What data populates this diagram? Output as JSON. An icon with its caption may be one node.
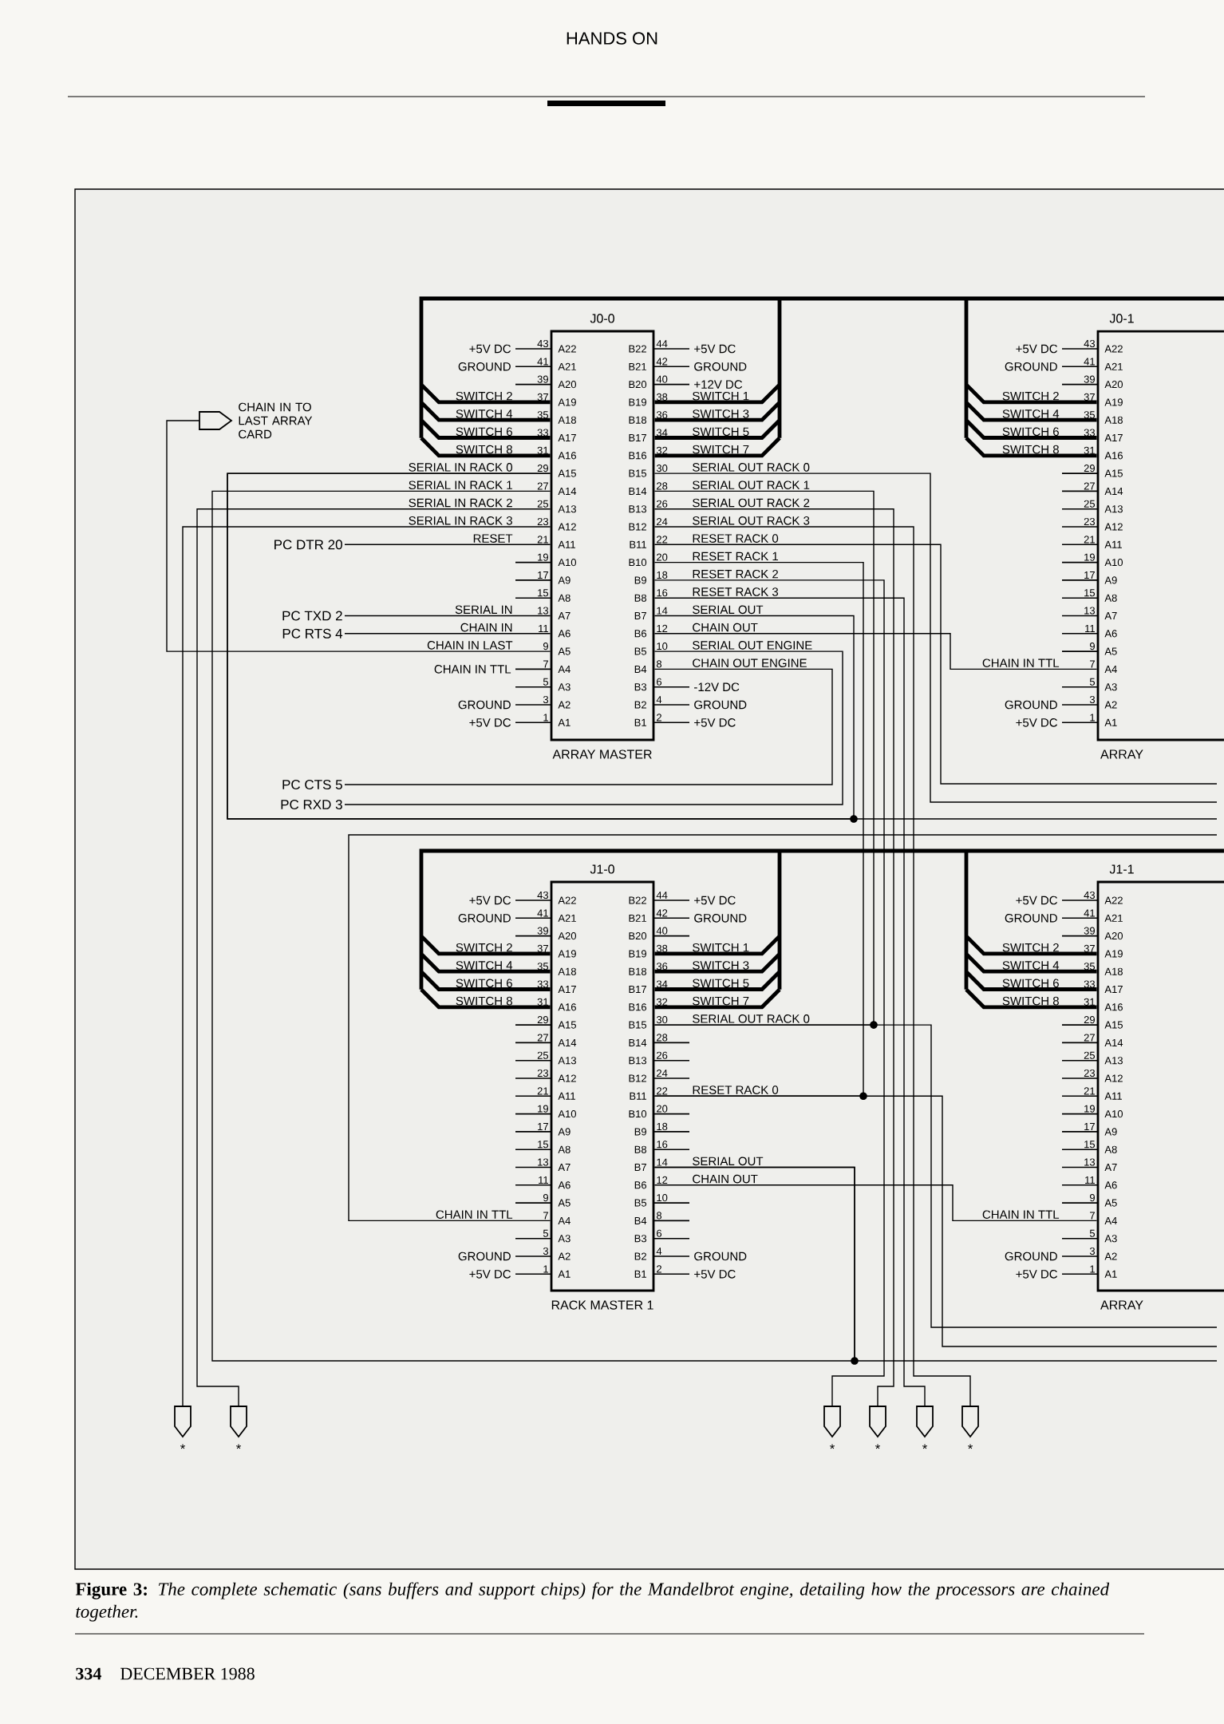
{
  "diagram": {
    "caption": "**Figure 3:** *The complete schematic (sans buffers and support chips) for the Mandelbrot engine, detailing how the processors are chained together.*",
    "nodes": [
      {
        "text": [
          "J0-0",
          "A22",
          "B22",
          "A21",
          "B21",
          "A20",
          "B20",
          "A19",
          "B19",
          "A18",
          "B18",
          "A17",
          "B17",
          "A16",
          "B16",
          "A15",
          "B15",
          "A14",
          "B14",
          "A13",
          "B13",
          "A12",
          "B12",
          "A11",
          "B11",
          "A10",
          "B10",
          "A9",
          "B9",
          "A8",
          "B8",
          "A7",
          "B7",
          "A6",
          "B6",
          "A5",
          "B5",
          "A4",
          "B4",
          "A3",
          "B3",
          "A2",
          "B2",
          "A1",
          "B1",
          "ARRAY MASTER"
        ],
        "beside": [
          "+5V DC",
          "43",
          "44",
          "+5V DC",
          "GROUND",
          "41",
          "42",
          "GROUND",
          "39",
          "40",
          "+12V DC",
          "SWITCH 2",
          "37",
          "38",
          "SWITCH 1",
          "SWITCH 4",
          "35",
          "36",
          "SWITCH 3",
          "SWITCH 6",
          "33",
          "34",
          "SWITCH 5",
          "SWITCH 8",
          "31",
          "32",
          "SWITCH 7",
          "SERIAL IN RACK 0",
          "29",
          "30",
          "SERIAL OUT RACK 0",
          "SERIAL IN RACK 1",
          "27",
          "28",
          "SERIAL OUT RACK 1",
          "SERIAL IN RACK 2",
          "25",
          "26",
          "SERIAL OUT RACK 2",
          "SERIAL IN RACK 3",
          "23",
          "24",
          "SERIAL OUT RACK 3",
          "RESET",
          "21",
          "22",
          "RESET RACK 0",
          "19",
          "20",
          "RESET RACK 1",
          "17",
          "18",
          "RESET RACK 2",
          "15",
          "16",
          "RESET RACK 3",
          "SERIAL IN",
          "13",
          "14",
          "SERIAL OUT",
          "CHAIN IN",
          "11",
          "12",
          "CHAIN OUT",
          "CHAIN IN LAST",
          "9",
          "10",
          "SERIAL OUT ENGINE",
          "CHAIN IN TTL",
          "7",
          "8",
          "CHAIN OUT ENGINE",
          "5",
          "6",
          "-12V DC",
          "GROUND",
          "3",
          "4",
          "GROUND",
          "+5V DC",
          "1",
          "2",
          "+5V DC"
        ]
      },
      {
        "text": [
          "J0-1",
          "A22",
          "A21",
          "A20",
          "A19",
          "A18",
          "A17",
          "A16",
          "A15",
          "A14",
          "A13",
          "A12",
          "A11",
          "A10",
          "A9",
          "A8",
          "A7",
          "A6",
          "A5",
          "A4",
          "A3",
          "A2",
          "A1",
          "ARRAY"
        ],
        "beside": [
          "+5V DC",
          "43",
          "GROUND",
          "41",
          "39",
          "SWITCH 2",
          "37",
          "SWITCH 4",
          "35",
          "SWITCH 6",
          "33",
          "SWITCH 8",
          "31",
          "29",
          "27",
          "25",
          "23",
          "21",
          "19",
          "17",
          "15",
          "13",
          "11",
          "9",
          "CHAIN IN TTL",
          "7",
          "5",
          "GROUND",
          "3",
          "+5V DC",
          "1"
        ]
      },
      {
        "text": [
          "J1-0",
          "A22",
          "B22",
          "A21",
          "B21",
          "A20",
          "B20",
          "A19",
          "B19",
          "A18",
          "B18",
          "A17",
          "B17",
          "A16",
          "B16",
          "A15",
          "B15",
          "A14",
          "B14",
          "A13",
          "B13",
          "A12",
          "B12",
          "A11",
          "B11",
          "A10",
          "B10",
          "A9",
          "B9",
          "A8",
          "B8",
          "A7",
          "B7",
          "A6",
          "B6",
          "A5",
          "B5",
          "A4",
          "B4",
          "A3",
          "B3",
          "A2",
          "B2",
          "A1",
          "B1",
          "RACK MASTER 1"
        ],
        "beside": [
          "+5V DC",
          "43",
          "44",
          "+5V DC",
          "GROUND",
          "41",
          "42",
          "GROUND",
          "39",
          "40",
          "SWITCH 2",
          "37",
          "38",
          "SWITCH 1",
          "SWITCH 4",
          "35",
          "36",
          "SWITCH 3",
          "SWITCH 6",
          "33",
          "34",
          "SWITCH 5",
          "SWITCH 8",
          "31",
          "32",
          "SWITCH 7",
          "29",
          "30",
          "SERIAL OUT RACK 0",
          "27",
          "28",
          "25",
          "26",
          "23",
          "24",
          "21",
          "22",
          "RESET RACK 0",
          "19",
          "20",
          "17",
          "18",
          "15",
          "16",
          "13",
          "14",
          "SERIAL OUT",
          "11",
          "12",
          "CHAIN OUT",
          "9",
          "10",
          "CHAIN IN TTL",
          "7",
          "8",
          "5",
          "6",
          "GROUND",
          "3",
          "4",
          "GROUND",
          "+5V DC",
          "1",
          "2",
          "+5V DC"
        ]
      },
      {
        "text": [
          "J1-1",
          "A22",
          "A21",
          "A20",
          "A19",
          "A18",
          "A17",
          "A16",
          "A15",
          "A14",
          "A13",
          "A12",
          "A11",
          "A10",
          "A9",
          "A8",
          "A7",
          "A6",
          "A5",
          "A4",
          "A3",
          "A2",
          "A1",
          "ARRAY"
        ],
        "beside": [
          "+5V DC",
          "43",
          "GROUND",
          "41",
          "39",
          "SWITCH 2",
          "37",
          "SWITCH 4",
          "35",
          "SWITCH 6",
          "33",
          "SWITCH 8",
          "31",
          "29",
          "27",
          "25",
          "23",
          "21",
          "19",
          "17",
          "15",
          "13",
          "11",
          "9",
          "CHAIN IN TTL",
          "7",
          "5",
          "GROUND",
          "3",
          "+5V DC",
          "1"
        ]
      },
      {
        "text": [],
        "shape": "pentagon",
        "beside": [
          "CHAIN IN TO LAST ARRAY CARD"
        ]
      },
      {
        "text": [
          "PC DTR 20"
        ]
      },
      {
        "text": [
          "PC TXD 2"
        ]
      },
      {
        "text": [
          "PC RTS 4"
        ]
      },
      {
        "text": [
          "PC CTS 5"
        ]
      },
      {
        "text": [
          "PC RXD 3"
        ]
      },
      {
        "text": [],
        "shape": "pentagon",
        "beside": [
          "*"
        ]
      },
      {
        "text": [],
        "shape": "pentagon",
        "beside": [
          "*"
        ]
      },
      {
        "text": [],
        "shape": "pentagon",
        "beside": [
          "*"
        ]
      },
      {
        "text": [],
        "shape": "pentagon",
        "beside": [
          "*"
        ]
      },
      {
        "text": [],
        "shape": "pentagon",
        "beside": [
          "*"
        ]
      },
      {
        "text": [],
        "shape": "pentagon",
        "beside": [
          "*"
        ]
      }
    ],
    "edges": [
      {
        "from": 0,
        "to": 1,
        "arrow": "none",
        "style": "thick"
      },
      {
        "from": 2,
        "to": 3,
        "arrow": "none",
        "style": "thick"
      },
      {
        "from": 5,
        "to": 0,
        "arrow": "none"
      },
      {
        "from": 6,
        "to": 0,
        "arrow": "none"
      },
      {
        "from": 7,
        "to": 0,
        "arrow": "none"
      },
      {
        "from": 0,
        "to": 4,
        "arrow": "none"
      },
      {
        "from": 8,
        "to": 0,
        "arrow": "none"
      },
      {
        "from": 9,
        "to": 0,
        "arrow": "none"
      },
      {
        "from": 0,
        "to": 1,
        "arrow": "none"
      },
      {
        "from": 2,
        "to": 3,
        "arrow": "none"
      },
      {
        "from": 0,
        "to": 0,
        "arrow": "none"
      },
      {
        "from": 0,
        "to": null,
        "arrow": "none"
      },
      {
        "from": 0,
        "to": 2,
        "arrow": "none"
      },
      {
        "from": 2,
        "to": null,
        "arrow": "none"
      },
      {
        "from": 0,
        "to": 10,
        "arrow": "none"
      },
      {
        "from": 0,
        "to": 11,
        "arrow": "none"
      },
      {
        "from": 0,
        "to": null,
        "arrow": "none"
      },
      {
        "from": 0,
        "to": null,
        "arrow": "none"
      },
      {
        "from": 0,
        "to": 2,
        "arrow": "none"
      },
      {
        "from": 2,
        "to": null,
        "arrow": "none"
      },
      {
        "from": 0,
        "to": 2,
        "arrow": "none"
      },
      {
        "from": 2,
        "to": null,
        "arrow": "none"
      },
      {
        "from": 0,
        "to": 12,
        "arrow": "none"
      },
      {
        "from": 0,
        "to": 13,
        "arrow": "none"
      },
      {
        "from": 0,
        "to": 14,
        "arrow": "none"
      },
      {
        "from": 0,
        "to": 15,
        "arrow": "none"
      },
      {
        "from": null,
        "to": 2,
        "arrow": "none"
      }
    ],
    "labels": [
      "HANDS ON",
      "334",
      "DECEMBER 1988"
    ]
  }
}
